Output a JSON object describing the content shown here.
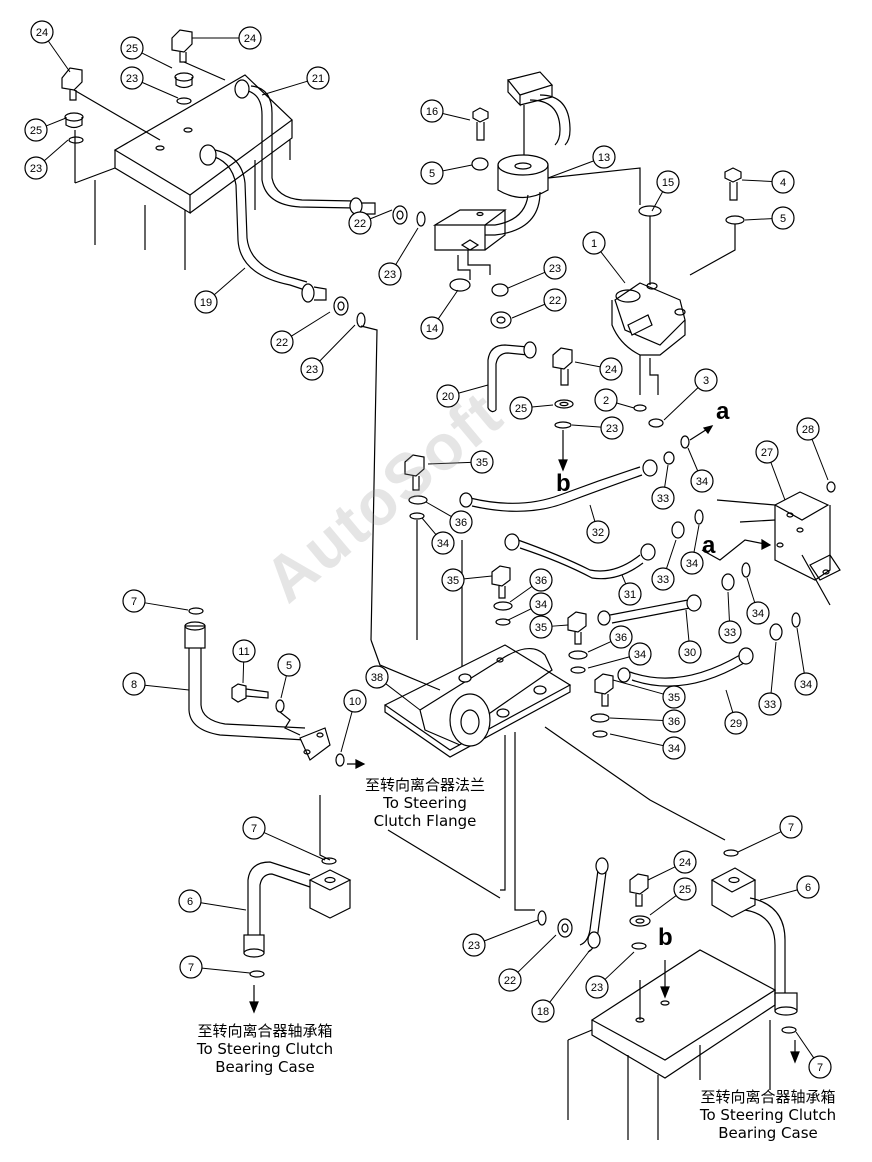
{
  "watermark": "AutoSoft",
  "letters": {
    "a": "a",
    "b": "b"
  },
  "notes": {
    "flange": {
      "zh": "至转向离合器法兰",
      "en1": "To Steering",
      "en2": "Clutch Flange"
    },
    "bearing_left": {
      "zh": "至转向离合器轴承箱",
      "en1": "To Steering Clutch",
      "en2": "Bearing Case"
    },
    "bearing_right": {
      "zh": "至转向离合器轴承箱",
      "en1": "To Steering Clutch",
      "en2": "Bearing Case"
    }
  },
  "callouts": [
    {
      "id": "c24a",
      "label": "24"
    },
    {
      "id": "c24b",
      "label": "24"
    },
    {
      "id": "c25a",
      "label": "25"
    },
    {
      "id": "c23a",
      "label": "23"
    },
    {
      "id": "c21",
      "label": "21"
    },
    {
      "id": "c25b",
      "label": "25"
    },
    {
      "id": "c23b",
      "label": "23"
    },
    {
      "id": "c16",
      "label": "16"
    },
    {
      "id": "c13",
      "label": "13"
    },
    {
      "id": "c5a",
      "label": "5"
    },
    {
      "id": "c15",
      "label": "15"
    },
    {
      "id": "c4",
      "label": "4"
    },
    {
      "id": "c5b",
      "label": "5"
    },
    {
      "id": "c22a",
      "label": "22"
    },
    {
      "id": "c23c",
      "label": "23"
    },
    {
      "id": "c1",
      "label": "1"
    },
    {
      "id": "c23d",
      "label": "23"
    },
    {
      "id": "c19",
      "label": "19"
    },
    {
      "id": "c22b",
      "label": "22"
    },
    {
      "id": "c14",
      "label": "14"
    },
    {
      "id": "c22c",
      "label": "22"
    },
    {
      "id": "c23e",
      "label": "23"
    },
    {
      "id": "c24c",
      "label": "24"
    },
    {
      "id": "c20",
      "label": "20"
    },
    {
      "id": "c3",
      "label": "3"
    },
    {
      "id": "c2",
      "label": "2"
    },
    {
      "id": "c25c",
      "label": "25"
    },
    {
      "id": "c23f",
      "label": "23"
    },
    {
      "id": "c28",
      "label": "28"
    },
    {
      "id": "c27",
      "label": "27"
    },
    {
      "id": "c35a",
      "label": "35"
    },
    {
      "id": "c34a",
      "label": "34"
    },
    {
      "id": "c33a",
      "label": "33"
    },
    {
      "id": "c36a",
      "label": "36"
    },
    {
      "id": "c32",
      "label": "32"
    },
    {
      "id": "c34b",
      "label": "34"
    },
    {
      "id": "c33b",
      "label": "33"
    },
    {
      "id": "c34c",
      "label": "34"
    },
    {
      "id": "c35b",
      "label": "35"
    },
    {
      "id": "c36b",
      "label": "36"
    },
    {
      "id": "c31",
      "label": "31"
    },
    {
      "id": "c34d",
      "label": "34"
    },
    {
      "id": "c35c",
      "label": "35"
    },
    {
      "id": "c36c",
      "label": "36"
    },
    {
      "id": "c34e",
      "label": "34"
    },
    {
      "id": "c30",
      "label": "30"
    },
    {
      "id": "c33c",
      "label": "33"
    },
    {
      "id": "c34f",
      "label": "34"
    },
    {
      "id": "c7a",
      "label": "7"
    },
    {
      "id": "c11",
      "label": "11"
    },
    {
      "id": "c8",
      "label": "8"
    },
    {
      "id": "c5c",
      "label": "5"
    },
    {
      "id": "c38",
      "label": "38"
    },
    {
      "id": "c10",
      "label": "10"
    },
    {
      "id": "c35d",
      "label": "35"
    },
    {
      "id": "c33d",
      "label": "33"
    },
    {
      "id": "c34g",
      "label": "34"
    },
    {
      "id": "c36d",
      "label": "36"
    },
    {
      "id": "c29",
      "label": "29"
    },
    {
      "id": "c34h",
      "label": "34"
    },
    {
      "id": "c7b",
      "label": "7"
    },
    {
      "id": "c7c",
      "label": "7"
    },
    {
      "id": "c6a",
      "label": "6"
    },
    {
      "id": "c6b",
      "label": "6"
    },
    {
      "id": "c24d",
      "label": "24"
    },
    {
      "id": "c25d",
      "label": "25"
    },
    {
      "id": "c7d",
      "label": "7"
    },
    {
      "id": "c23g",
      "label": "23"
    },
    {
      "id": "c22d",
      "label": "22"
    },
    {
      "id": "c23h",
      "label": "23"
    },
    {
      "id": "c18",
      "label": "18"
    },
    {
      "id": "c7e",
      "label": "7"
    }
  ]
}
